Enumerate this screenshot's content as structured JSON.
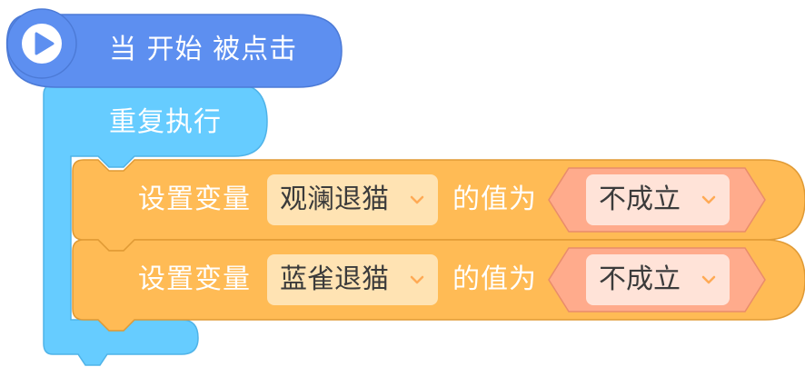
{
  "colors": {
    "event_block": "#5d8ff0",
    "event_block_border": "#4c7ad6",
    "control_block": "#66ccff",
    "control_block_border": "#4fb3e8",
    "data_block": "#ffbb55",
    "data_block_border": "#e09a35",
    "boolean_reporter": "#ffab8c",
    "boolean_reporter_border": "#e98c6b",
    "variable_dropdown": "#ffe3b3",
    "value_dropdown": "#ffe3d8",
    "chevron": "#ffaa55"
  },
  "event_block": {
    "icon": "play-icon",
    "label": "当 开始 被点击"
  },
  "loop_block": {
    "label": "重复执行"
  },
  "set_blocks": [
    {
      "prefix": "设置变量",
      "variable": "观澜退猫",
      "middle": "的值为",
      "value": "不成立"
    },
    {
      "prefix": "设置变量",
      "variable": "蓝雀退猫",
      "middle": "的值为",
      "value": "不成立"
    }
  ]
}
